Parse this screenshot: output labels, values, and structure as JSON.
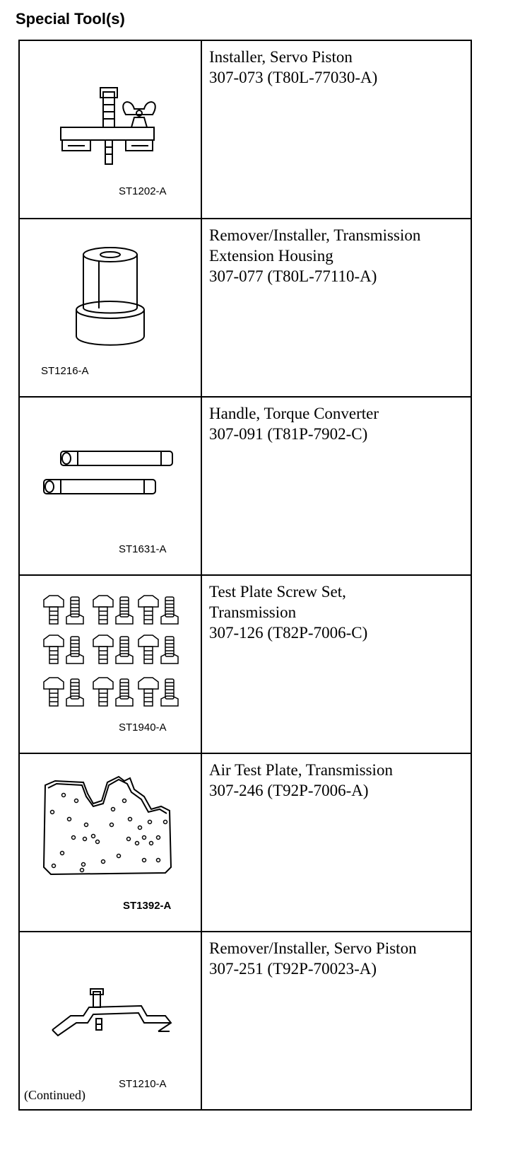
{
  "heading": "Special Tool(s)",
  "tools": [
    {
      "code": "ST1202-A",
      "lines": [
        "Installer, Servo Piston",
        "307-073 (T80L-77030-A)"
      ],
      "icon": "servo-piston-installer-icon"
    },
    {
      "code": "ST1216-A",
      "lines": [
        "Remover/Installer, Transmission",
        "Extension Housing",
        "307-077 (T80L-77110-A)"
      ],
      "icon": "extension-housing-tool-icon"
    },
    {
      "code": "ST1631-A",
      "lines": [
        "Handle, Torque Converter",
        "307-091 (T81P-7902-C)"
      ],
      "icon": "torque-converter-handle-icon"
    },
    {
      "code": "ST1940-A",
      "lines": [
        "Test Plate Screw Set,",
        "Transmission",
        "307-126 (T82P-7006-C)"
      ],
      "icon": "screw-set-icon"
    },
    {
      "code": "ST1392-A",
      "lines": [
        "Air Test Plate, Transmission",
        "307-246 (T92P-7006-A)"
      ],
      "icon": "air-test-plate-icon"
    },
    {
      "code": "ST1210-A",
      "lines": [
        "Remover/Installer, Servo Piston",
        "307-251 (T92P-70023-A)"
      ],
      "icon": "servo-piston-remover-icon"
    }
  ],
  "footer": "(Continued)"
}
